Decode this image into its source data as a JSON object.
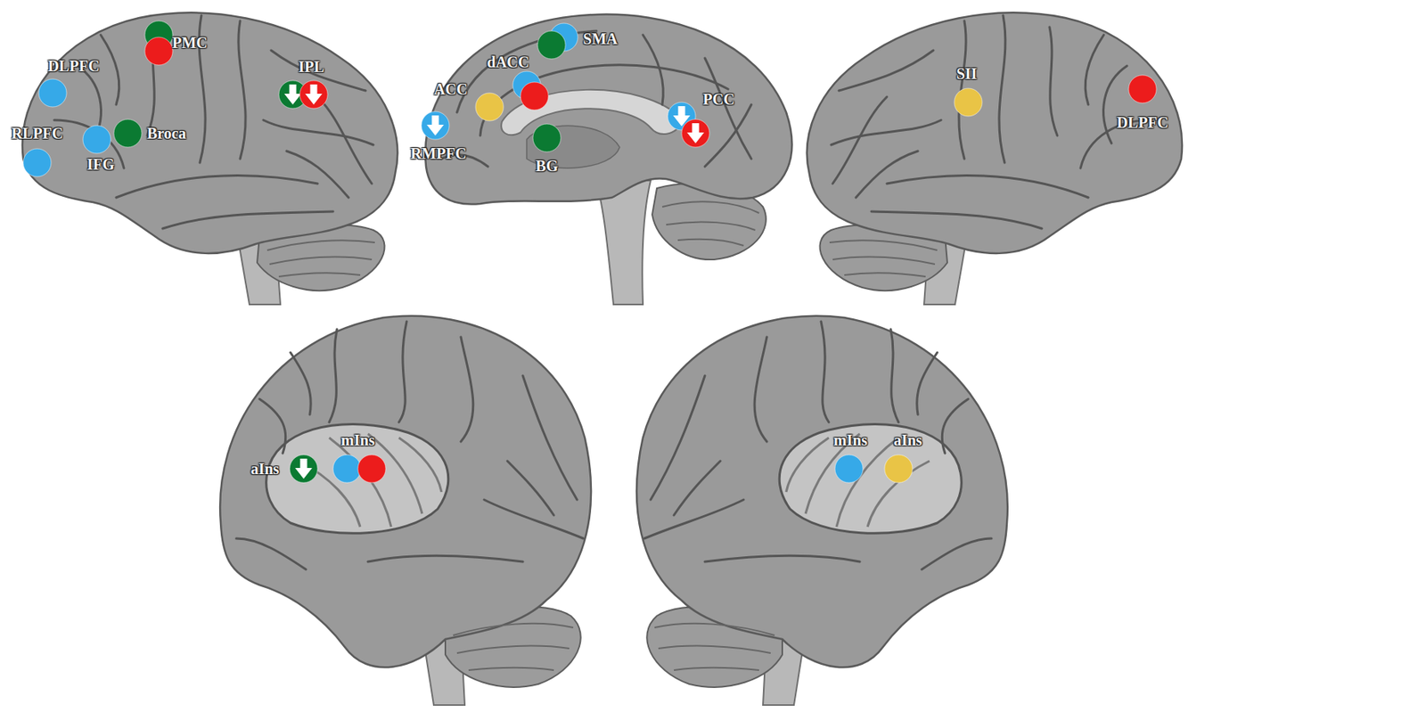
{
  "diagram": {
    "labels": [
      "PMC",
      "DLPFC",
      "IPL",
      "RLPFC",
      "IFG",
      "Broca",
      "SMA",
      "ACC",
      "dACC",
      "RMPFC",
      "PCC",
      "BG",
      "SII",
      "DLPFC",
      "aIns",
      "mIns",
      "mIns",
      "aIns"
    ]
  }
}
